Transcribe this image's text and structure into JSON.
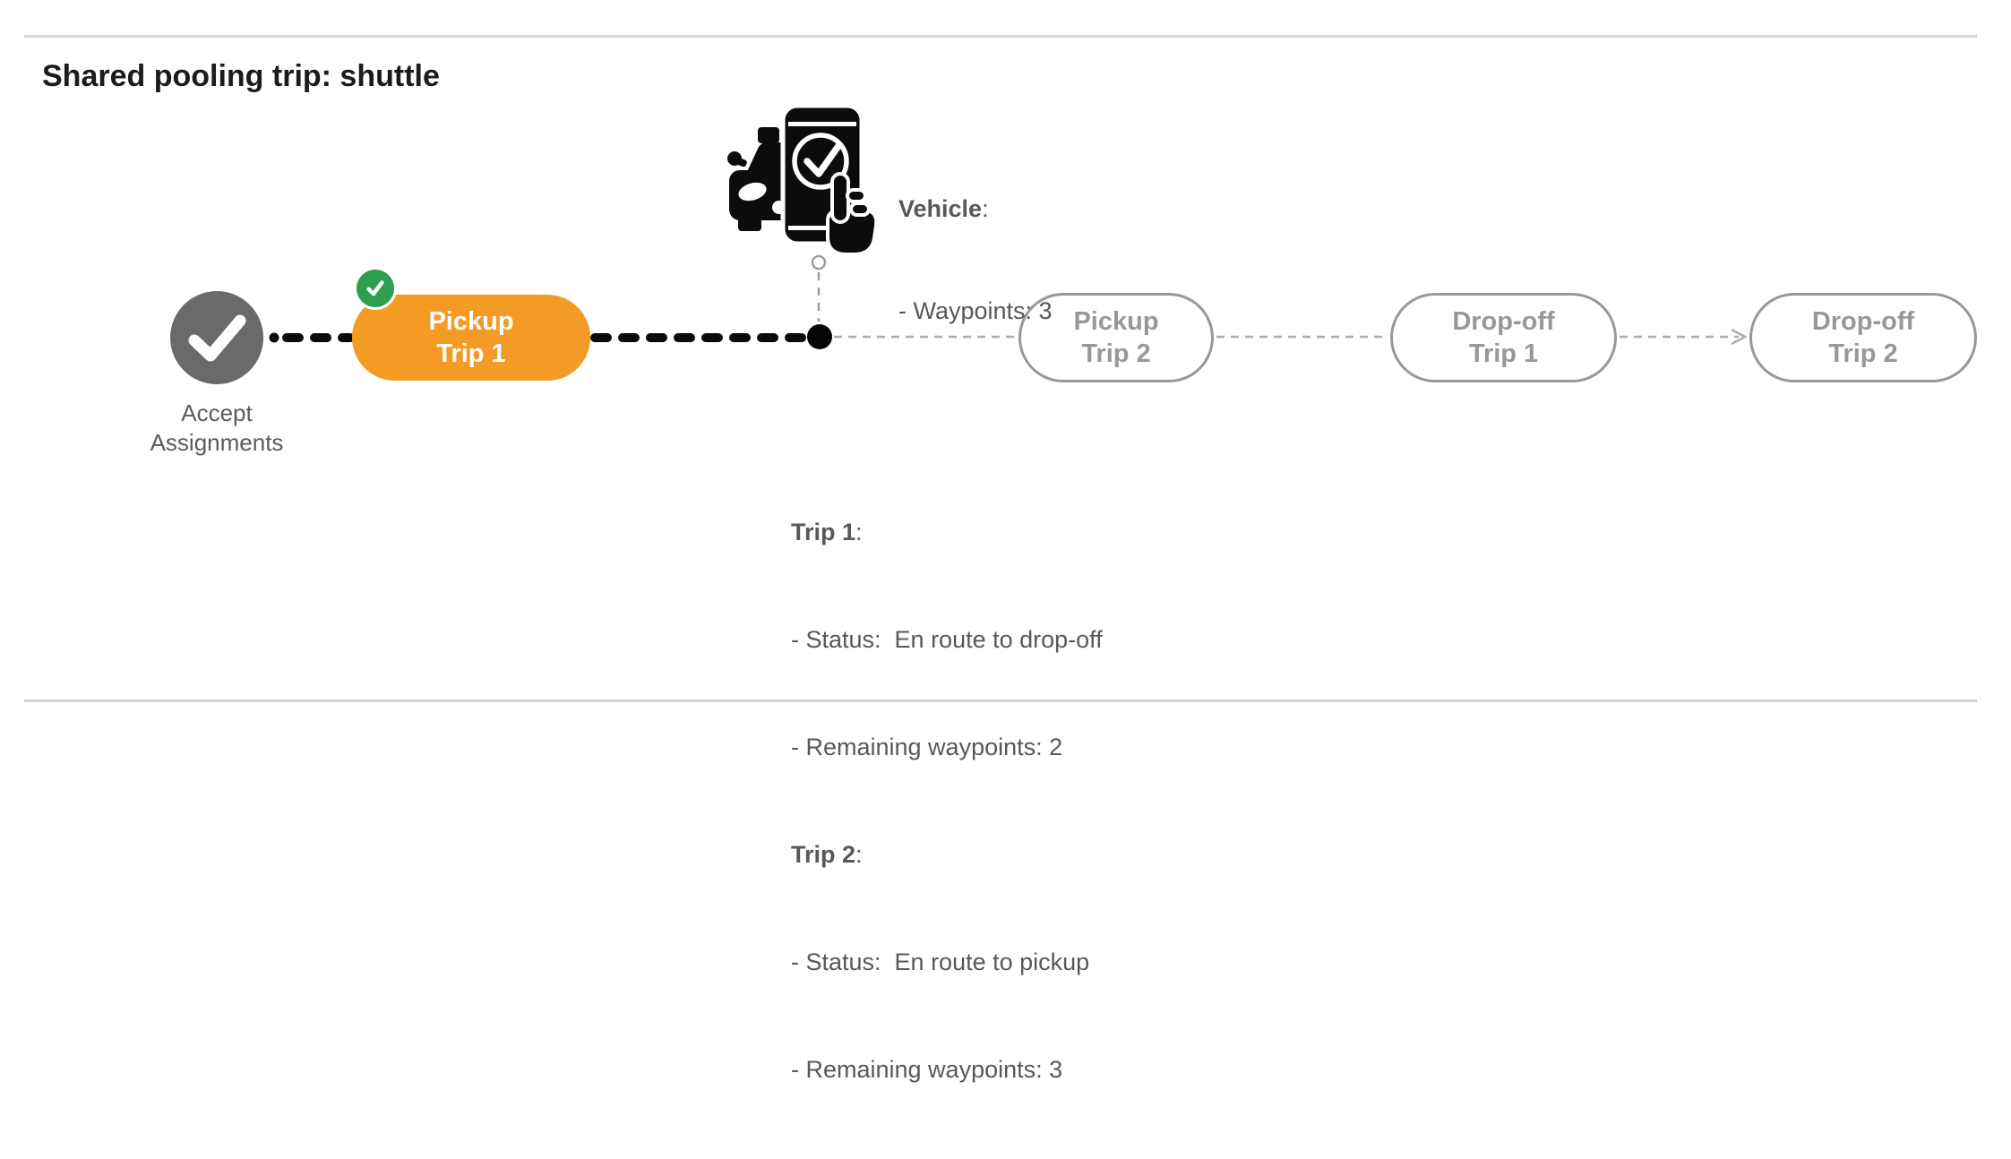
{
  "title": "Shared pooling trip: shuttle",
  "timeline": {
    "accept_node": {
      "line1": "Accept",
      "line2": "Assignments",
      "status": "completed"
    },
    "nodes": [
      {
        "id": "pickup-trip-1",
        "line1": "Pickup",
        "line2": "Trip 1",
        "state": "current"
      },
      {
        "id": "pickup-trip-2",
        "line1": "Pickup",
        "line2": "Trip 2",
        "state": "upcoming"
      },
      {
        "id": "dropoff-trip-1",
        "line1": "Drop-off",
        "line2": "Trip 1",
        "state": "upcoming"
      },
      {
        "id": "dropoff-trip-2",
        "line1": "Drop-off",
        "line2": "Trip 2",
        "state": "upcoming"
      }
    ]
  },
  "vehicle_panel": {
    "heading": "Vehicle",
    "suffix": ":",
    "waypoints_line": "- Waypoints: 3"
  },
  "trip_panel": {
    "suffix": ":",
    "trip1_heading": "Trip 1",
    "trip1_status_line": "- Status:  En route to drop-off",
    "trip1_waypoints_line": "- Remaining waypoints: 2",
    "trip2_heading": "Trip 2",
    "trip2_status_line": "- Status:  En route to pickup",
    "trip2_waypoints_line": "- Remaining waypoints: 3"
  },
  "colors": {
    "active_orange": "#F49B25",
    "completed_green": "#2E9E4F",
    "completed_gray": "#6A6A6A",
    "pending_gray": "#96989B"
  }
}
